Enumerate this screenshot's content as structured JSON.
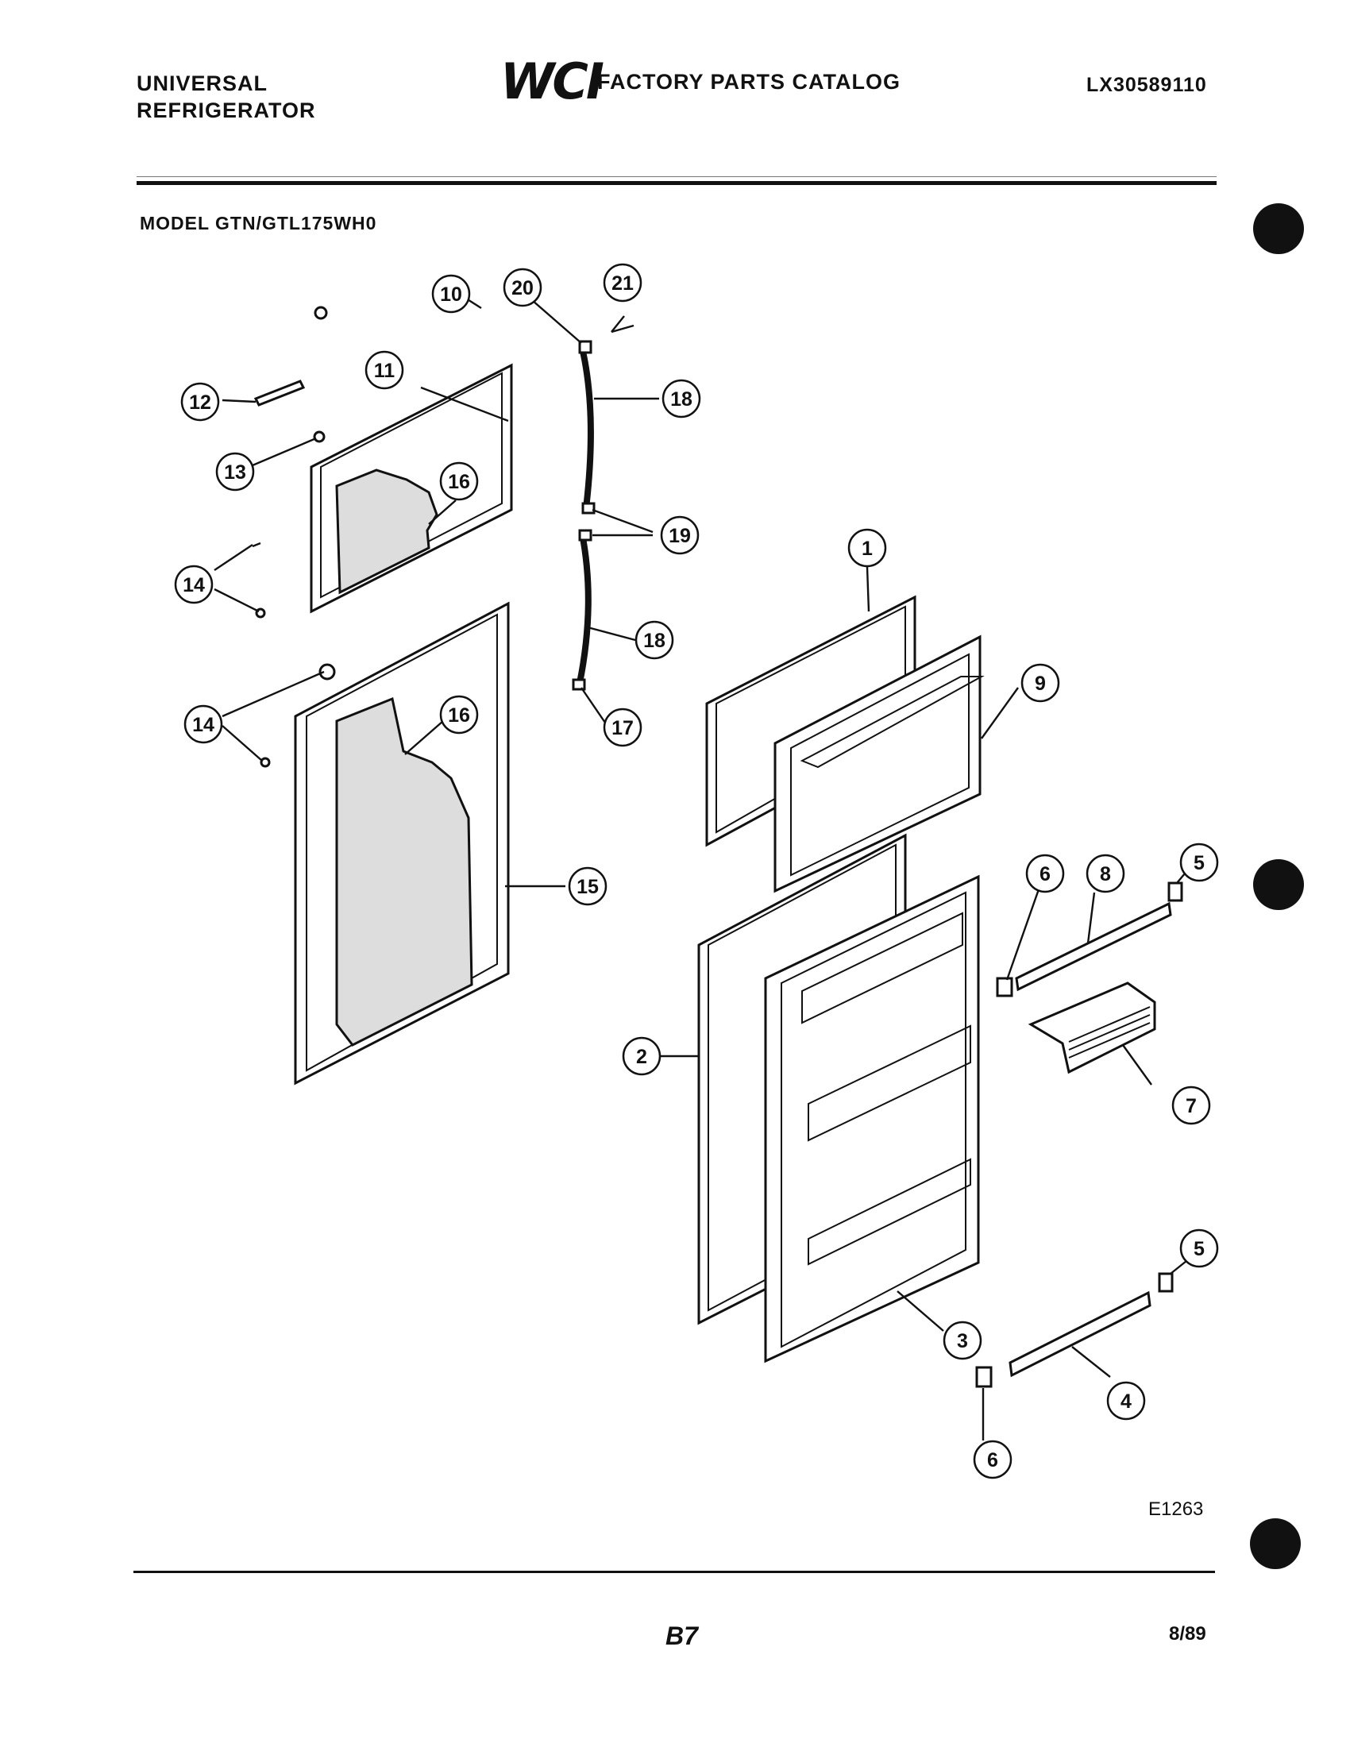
{
  "header": {
    "manufacturer_line1": "UNIVERSAL",
    "manufacturer_line2": "REFRIGERATOR",
    "logo_text": "WCI",
    "catalog_title": "FACTORY PARTS CATALOG",
    "catalog_code": "LX30589110"
  },
  "model_label": "MODEL GTN/GTL175WH0",
  "figure_id": "E1263",
  "footer": {
    "page": "B7",
    "date": "8/89"
  },
  "callouts": {
    "c1": "1",
    "c2": "2",
    "c3": "3",
    "c4": "4",
    "c5a": "5",
    "c5b": "5",
    "c6a": "6",
    "c6b": "6",
    "c7": "7",
    "c8": "8",
    "c9": "9",
    "c10": "10",
    "c11": "11",
    "c12": "12",
    "c13": "13",
    "c14a": "14",
    "c14b": "14",
    "c15": "15",
    "c16a": "16",
    "c16b": "16",
    "c17": "17",
    "c18a": "18",
    "c18b": "18",
    "c19": "19",
    "c20": "20",
    "c21": "21"
  }
}
